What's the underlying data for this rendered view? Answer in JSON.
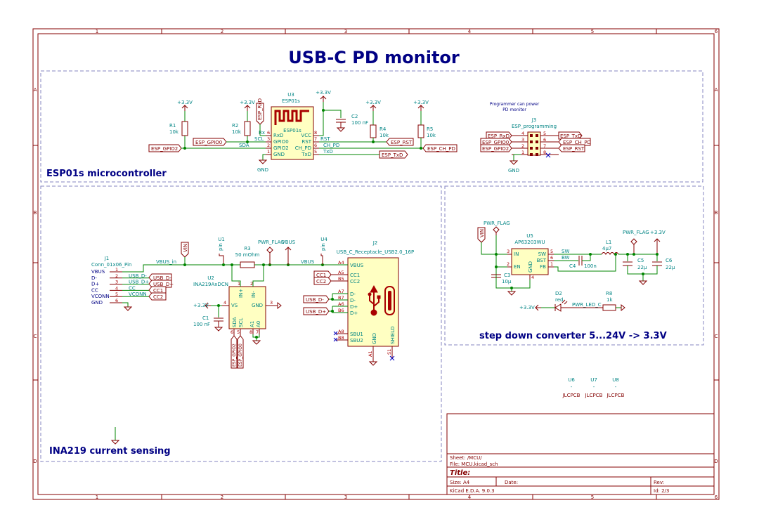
{
  "title": "USB-C PD monitor",
  "frame": {
    "columns": [
      "1",
      "2",
      "3",
      "4",
      "5",
      "6"
    ],
    "rows": [
      "A",
      "B",
      "C",
      "D"
    ]
  },
  "sections": {
    "esp": "ESP01s microcontroller",
    "ina": "INA219 current sensing",
    "buck": "step down converter 5...24V -> 3.3V"
  },
  "power": {
    "v33": "+3.3V",
    "vbus": "VBUS",
    "gnd": "GND",
    "pwr_flag": "PWR_FLAG",
    "vin": "VIN"
  },
  "esp_section": {
    "R1": {
      "ref": "R1",
      "value": "10k"
    },
    "R2": {
      "ref": "R2",
      "value": "10k"
    },
    "R4": {
      "ref": "R4",
      "value": "10k"
    },
    "R5": {
      "ref": "R5",
      "value": "10k"
    },
    "C2": {
      "ref": "C2",
      "value": "100 nF"
    },
    "U3": {
      "ref": "U3",
      "value": "ESP01s",
      "body_label": "ESP01s",
      "pins_left": [
        {
          "num": "6",
          "name": "RxD"
        },
        {
          "num": "3",
          "name": "GPIO0"
        },
        {
          "num": "2",
          "name": "GPIO2"
        },
        {
          "num": "1",
          "name": "GND"
        }
      ],
      "pins_right": [
        {
          "num": "8",
          "name": "VCC"
        },
        {
          "num": "7",
          "name": "RST"
        },
        {
          "num": "6",
          "name": "CH_PD"
        },
        {
          "num": "5",
          "name": "TxD"
        }
      ]
    },
    "nets": {
      "scl": "SCL",
      "sda": "SDA",
      "rst": "RST",
      "ch_pd": "CH_PD",
      "txd": "TxD",
      "rx": "Rx"
    },
    "labels": {
      "esp_gpio0": "ESP_GPIO0",
      "esp_gpio2": "ESP_GPIO2",
      "esp_rxd": "ESP_RxD",
      "esp_rst": "ESP_RST",
      "esp_ch_pd": "ESP_CH_PD",
      "esp_txd": "ESP_TxD"
    },
    "note": [
      "Programmer can power",
      "PD monitor"
    ],
    "J3": {
      "ref": "J3",
      "value": "ESP_programming",
      "left": [
        {
          "num": "4",
          "label": "ESP_RxD"
        },
        {
          "num": "3",
          "label": "ESP_GPIO0"
        },
        {
          "num": "2",
          "label": "ESP_GPIO2"
        },
        {
          "num": "1",
          "label": ""
        }
      ],
      "right": [
        {
          "num": "5",
          "label": "ESP_TxD"
        },
        {
          "num": "6",
          "label": "ESP_CH_PD"
        },
        {
          "num": "7",
          "label": "ESP_RST"
        },
        {
          "num": "8",
          "label": ""
        }
      ]
    }
  },
  "ina_section": {
    "J1": {
      "ref": "J1",
      "value": "Conn_01x06_Pin",
      "pins": [
        {
          "name": "VBUS",
          "num": "1",
          "net": ""
        },
        {
          "name": "D-",
          "num": "2",
          "net": "USB_D-"
        },
        {
          "name": "D+",
          "num": "3",
          "net": "USB_D+"
        },
        {
          "name": "CC",
          "num": "4",
          "net": "CC"
        },
        {
          "name": "VCONN",
          "num": "5",
          "net": "VCONN"
        },
        {
          "name": "GND",
          "num": "6",
          "net": ""
        }
      ]
    },
    "vbus_in": "VBUS_in",
    "labels": {
      "usb_dm": "USB_D-",
      "usb_dp": "USB_D+",
      "cc1": "CC1",
      "cc2": "CC2",
      "esp_gpio2": "ESP_GPIO2",
      "esp_gpio0": "ESP_GPIO0"
    },
    "U1": {
      "ref": "U1",
      "value": "pin"
    },
    "U4": {
      "ref": "U4",
      "value": "pin"
    },
    "R3": {
      "ref": "R3",
      "value": "50 mOhm"
    },
    "C1": {
      "ref": "C1",
      "value": "100 nF"
    },
    "U2": {
      "ref": "U2",
      "value": "INA219AxDCN",
      "pins": {
        "in_p": {
          "num": "1",
          "name": "IN+"
        },
        "in_m": {
          "num": "2",
          "name": "IN-"
        },
        "vs": {
          "num": "4",
          "name": "VS"
        },
        "gnd": {
          "num": "3",
          "name": "GND"
        },
        "sda": {
          "num": "6",
          "name": "SDA"
        },
        "scl": {
          "num": "5",
          "name": "SCL"
        },
        "a1": {
          "num": "8",
          "name": "A1"
        },
        "a0": {
          "num": "7",
          "name": "A0"
        }
      }
    },
    "vbus_net": "VBUS",
    "J2": {
      "ref": "J2",
      "value": "USB_C_Receptacle_USB2.0_16P",
      "pins": [
        {
          "num": "A4",
          "name": "VBUS"
        },
        {
          "num": "A5",
          "name": "CC1"
        },
        {
          "num": "B5",
          "name": "CC2"
        },
        {
          "num": "A7",
          "name": "D-"
        },
        {
          "num": "B7",
          "name": "D-"
        },
        {
          "num": "A6",
          "name": "D+"
        },
        {
          "num": "B6",
          "name": "D+"
        },
        {
          "num": "A8",
          "name": "SBU1"
        },
        {
          "num": "B8",
          "name": "SBU2"
        }
      ],
      "bottom": {
        "gnd": "GND",
        "gnd_pin": "A1",
        "shield": "SHIELD",
        "shield_pin": "S1"
      }
    }
  },
  "buck_section": {
    "U5": {
      "ref": "U5",
      "value": "AP63203WU",
      "pins": {
        "in": {
          "num": "3",
          "name": "IN"
        },
        "en": {
          "num": "2",
          "name": "EN"
        },
        "gnd": {
          "num": "4",
          "name": "GND"
        },
        "sw": {
          "num": "5",
          "name": "SW"
        },
        "bst": {
          "num": "6",
          "name": "BST"
        },
        "fb": {
          "num": "1",
          "name": "FB"
        }
      }
    },
    "nets": {
      "sw": "SW",
      "bw": "BW"
    },
    "C3": {
      "ref": "C3",
      "value": "10µ"
    },
    "C4": {
      "ref": "C4",
      "value": "100n"
    },
    "L1": {
      "ref": "L1",
      "value": "4µ7"
    },
    "C5": {
      "ref": "C5",
      "value": "22µ"
    },
    "C6": {
      "ref": "C6",
      "value": "22µ"
    },
    "D2": {
      "ref": "D2",
      "value": "red"
    },
    "R8": {
      "ref": "R8",
      "value": "1k"
    },
    "pwr_led_c": "PWR_LED_C"
  },
  "jlc": [
    {
      "ref": "U6",
      "value": "-",
      "label": "JLCPCB"
    },
    {
      "ref": "U7",
      "value": "-",
      "label": "JLCPCB"
    },
    {
      "ref": "U8",
      "value": "-",
      "label": "JLCPCB"
    }
  ],
  "title_block": {
    "sheet": "Sheet: /MCU/",
    "file": "File: MCU.kicad_sch",
    "title_label": "Title:",
    "size": "Size: A4",
    "date": "Date:",
    "rev": "Rev:",
    "kicad": "KiCad E.D.A. 9.0.3",
    "id": "Id: 2/3"
  },
  "colors": {
    "frame": "#840000",
    "wire": "#008400",
    "body_fill": "#ffffc2",
    "title_text": "#000084",
    "section_border": "#8484c0",
    "field_text": "#008484"
  }
}
